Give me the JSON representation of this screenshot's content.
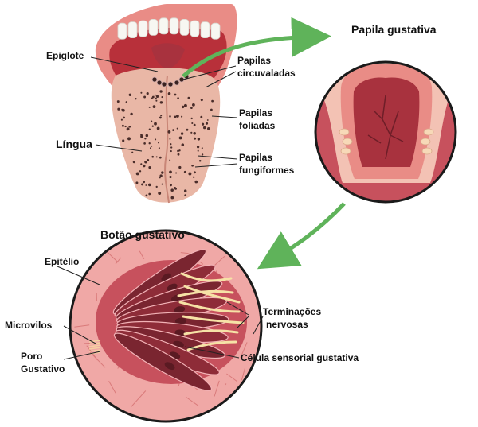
{
  "colors": {
    "tongue": "#e9b7a6",
    "tongue_dark": "#c98677",
    "mouth": "#b8303a",
    "gum": "#e98c86",
    "tooth": "#f7f7f2",
    "papilla_dot": "#4a2d2a",
    "circle_border": "#1a1a1a",
    "papilla_bg": "#f3c2b4",
    "papilla_tissue": "#c7515d",
    "papilla_inner": "#a8323e",
    "bud_epithelium": "#f0a8a6",
    "bud_cell": "#7a2530",
    "nerve": "#f6e2a6",
    "arrow": "#5fb35a"
  },
  "labels": {
    "epiglote": "Epiglote",
    "papilas_circ_1": "Papilas",
    "papilas_circ_2": "circuvaladas",
    "papilas_fol_1": "Papilas",
    "papilas_fol_2": "foliadas",
    "lingua": "Língua",
    "papilas_fung_1": "Papilas",
    "papilas_fung_2": "fungiformes",
    "papila_gustativa": "Papila gustativa",
    "botao_gustativo": "Botão gustativo",
    "epitelio": "Epitélio",
    "microvilos": "Microvilos",
    "poro_1": "Poro",
    "poro_2": "Gustativo",
    "terminacoes_1": "Terminações",
    "terminacoes_2": "nervosas",
    "celula_sensorial": "Célula sensorial gustativa"
  }
}
